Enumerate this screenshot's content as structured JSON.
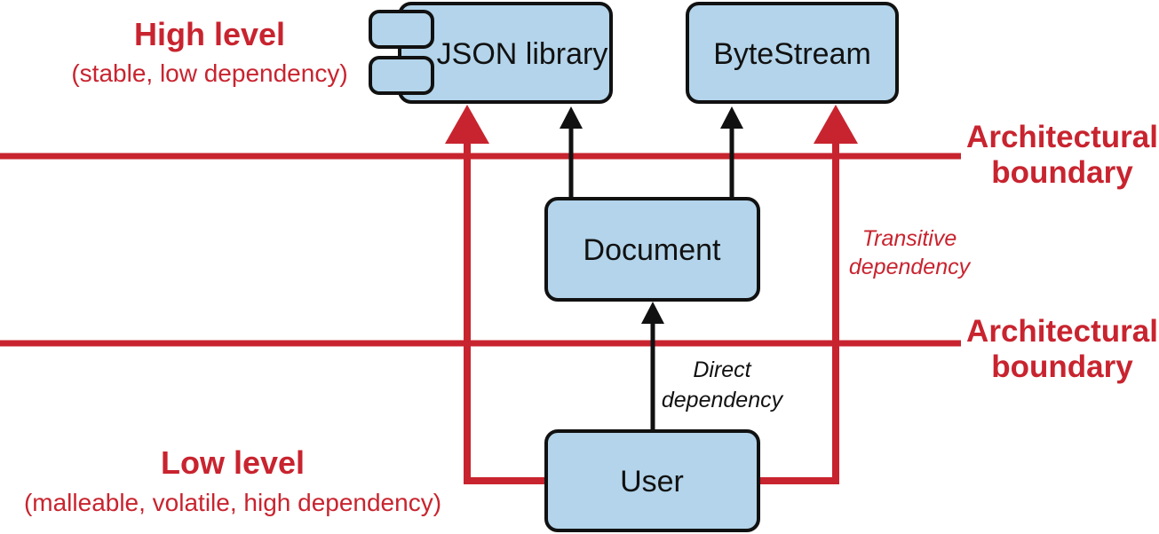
{
  "levels": {
    "high_title": "High level",
    "high_subtitle": "(stable, low dependency)",
    "low_title": "Low level",
    "low_subtitle": "(malleable, volatile, high dependency)"
  },
  "boundaries": [
    {
      "line1": "Architectural",
      "line2": "boundary"
    },
    {
      "line1": "Architectural",
      "line2": "boundary"
    }
  ],
  "components": {
    "json_library": "JSON library",
    "bytestream": "ByteStream",
    "document": "Document",
    "user": "User"
  },
  "annotations": {
    "transitive_line1": "Transitive",
    "transitive_line2": "dependency",
    "direct_line1": "Direct",
    "direct_line2": "dependency"
  },
  "colors": {
    "accent_red": "#c8242f",
    "box_fill": "#b3d4ea",
    "box_stroke": "#111111",
    "arrow_black": "#111111"
  },
  "icons": {
    "json_library": "component-icon"
  }
}
